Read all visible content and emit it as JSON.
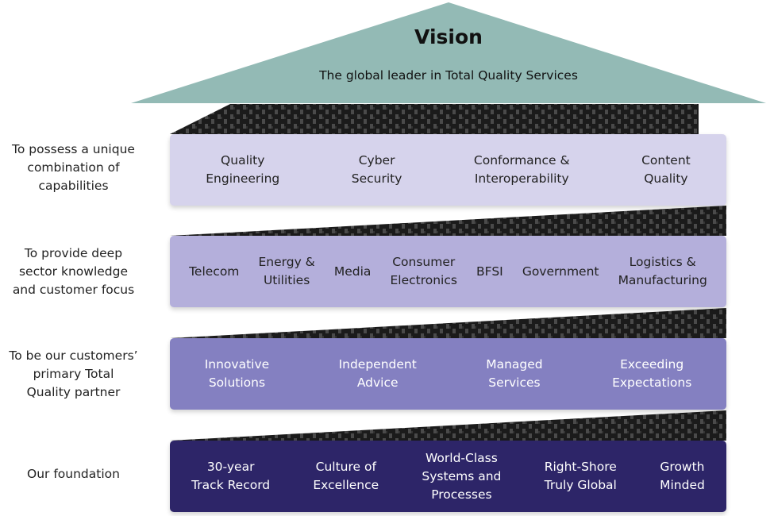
{
  "vision": {
    "title": "Vision",
    "subtitle": "The global leader in Total Quality Services"
  },
  "side_labels": [
    "To possess a unique\ncombination of\ncapabilities",
    "To provide deep\nsector knowledge\nand customer focus",
    "To be our customers’\nprimary Total\nQuality partner",
    "Our foundation"
  ],
  "tiers": [
    {
      "items": [
        "Quality\nEngineering",
        "Cyber\nSecurity",
        "Conformance &\nInteroperability",
        "Content\nQuality"
      ]
    },
    {
      "items": [
        "Telecom",
        "Energy &\nUtilities",
        "Media",
        "Consumer\nElectronics",
        "BFSI",
        "Government",
        "Logistics &\nManufacturing"
      ]
    },
    {
      "items": [
        "Innovative\nSolutions",
        "Independent\nAdvice",
        "Managed\nServices",
        "Exceeding\nExpectations"
      ]
    },
    {
      "items": [
        "30-year\nTrack Record",
        "Culture of\nExcellence",
        "World-Class\nSystems and\nProcesses",
        "Right-Shore\nTruly Global",
        "Growth\nMinded"
      ]
    }
  ],
  "colors": {
    "roof": "#93bab5",
    "tier1": "#d6d3ec",
    "tier2": "#b4afdb",
    "tier3": "#8480c1",
    "tier4": "#2d2568",
    "dark_band": "#1c1c1c",
    "band_pattern": "#4a4a4a"
  }
}
